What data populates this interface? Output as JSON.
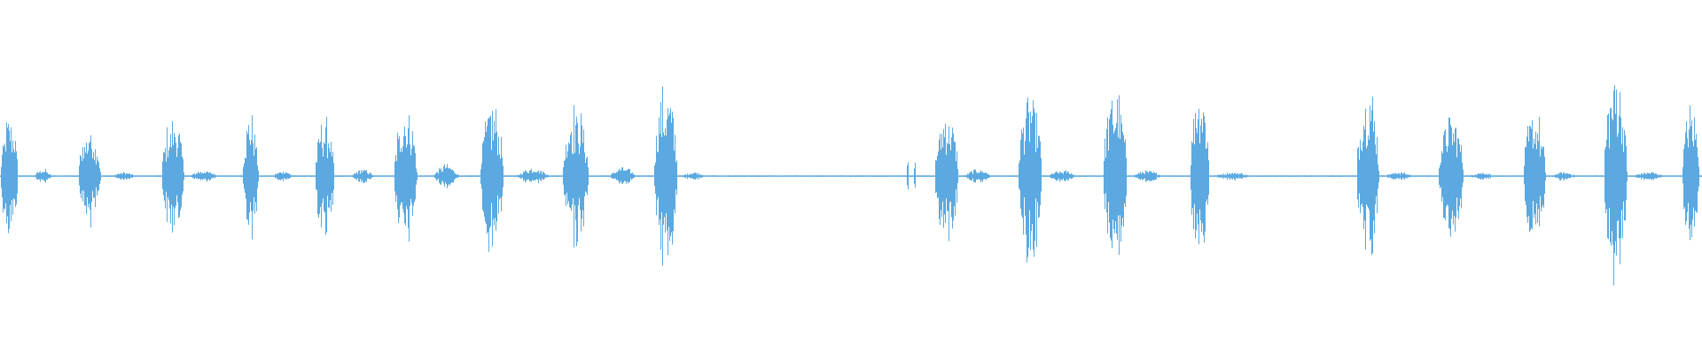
{
  "waveform": {
    "color": "#5ba9e0",
    "duration": 1.0,
    "bursts": [
      {
        "start": 0.0,
        "end": 0.012,
        "peak": 0.33,
        "type": "chirp"
      },
      {
        "start": 0.02,
        "end": 0.03,
        "peak": 0.05,
        "type": "tail"
      },
      {
        "start": 0.046,
        "end": 0.061,
        "peak": 0.28,
        "type": "chirp"
      },
      {
        "start": 0.066,
        "end": 0.079,
        "peak": 0.03,
        "type": "tail"
      },
      {
        "start": 0.095,
        "end": 0.11,
        "peak": 0.32,
        "type": "chirp"
      },
      {
        "start": 0.111,
        "end": 0.128,
        "peak": 0.04,
        "type": "tail"
      },
      {
        "start": 0.142,
        "end": 0.153,
        "peak": 0.34,
        "type": "chirp"
      },
      {
        "start": 0.16,
        "end": 0.172,
        "peak": 0.04,
        "type": "tail"
      },
      {
        "start": 0.185,
        "end": 0.198,
        "peak": 0.34,
        "type": "chirp"
      },
      {
        "start": 0.206,
        "end": 0.22,
        "peak": 0.05,
        "type": "tail"
      },
      {
        "start": 0.231,
        "end": 0.247,
        "peak": 0.38,
        "type": "chirp"
      },
      {
        "start": 0.254,
        "end": 0.27,
        "peak": 0.08,
        "type": "tail"
      },
      {
        "start": 0.282,
        "end": 0.298,
        "peak": 0.4,
        "type": "chirp"
      },
      {
        "start": 0.303,
        "end": 0.323,
        "peak": 0.06,
        "type": "tail"
      },
      {
        "start": 0.33,
        "end": 0.348,
        "peak": 0.38,
        "type": "chirp"
      },
      {
        "start": 0.358,
        "end": 0.374,
        "peak": 0.06,
        "type": "tail"
      },
      {
        "start": 0.384,
        "end": 0.4,
        "peak": 0.49,
        "type": "chirp"
      },
      {
        "start": 0.4,
        "end": 0.415,
        "peak": 0.03,
        "type": "tail"
      },
      {
        "start": 0.533,
        "end": 0.534,
        "peak": 0.08,
        "type": "tick"
      },
      {
        "start": 0.537,
        "end": 0.538,
        "peak": 0.08,
        "type": "tick"
      },
      {
        "start": 0.549,
        "end": 0.565,
        "peak": 0.37,
        "type": "chirp"
      },
      {
        "start": 0.566,
        "end": 0.583,
        "peak": 0.05,
        "type": "tail"
      },
      {
        "start": 0.598,
        "end": 0.614,
        "peak": 0.47,
        "type": "chirp"
      },
      {
        "start": 0.615,
        "end": 0.633,
        "peak": 0.04,
        "type": "tail"
      },
      {
        "start": 0.648,
        "end": 0.664,
        "peak": 0.48,
        "type": "chirp"
      },
      {
        "start": 0.665,
        "end": 0.683,
        "peak": 0.04,
        "type": "tail"
      },
      {
        "start": 0.699,
        "end": 0.712,
        "peak": 0.53,
        "type": "chirp"
      },
      {
        "start": 0.713,
        "end": 0.735,
        "peak": 0.03,
        "type": "tail"
      },
      {
        "start": 0.797,
        "end": 0.812,
        "peak": 0.52,
        "type": "chirp"
      },
      {
        "start": 0.813,
        "end": 0.83,
        "peak": 0.03,
        "type": "tail"
      },
      {
        "start": 0.845,
        "end": 0.862,
        "peak": 0.36,
        "type": "chirp"
      },
      {
        "start": 0.863,
        "end": 0.878,
        "peak": 0.03,
        "type": "tail"
      },
      {
        "start": 0.895,
        "end": 0.91,
        "peak": 0.36,
        "type": "chirp"
      },
      {
        "start": 0.911,
        "end": 0.926,
        "peak": 0.03,
        "type": "tail"
      },
      {
        "start": 0.942,
        "end": 0.958,
        "peak": 0.6,
        "type": "chirp"
      },
      {
        "start": 0.959,
        "end": 0.978,
        "peak": 0.03,
        "type": "tail"
      },
      {
        "start": 0.988,
        "end": 1.0,
        "peak": 0.38,
        "type": "chirp"
      }
    ]
  }
}
